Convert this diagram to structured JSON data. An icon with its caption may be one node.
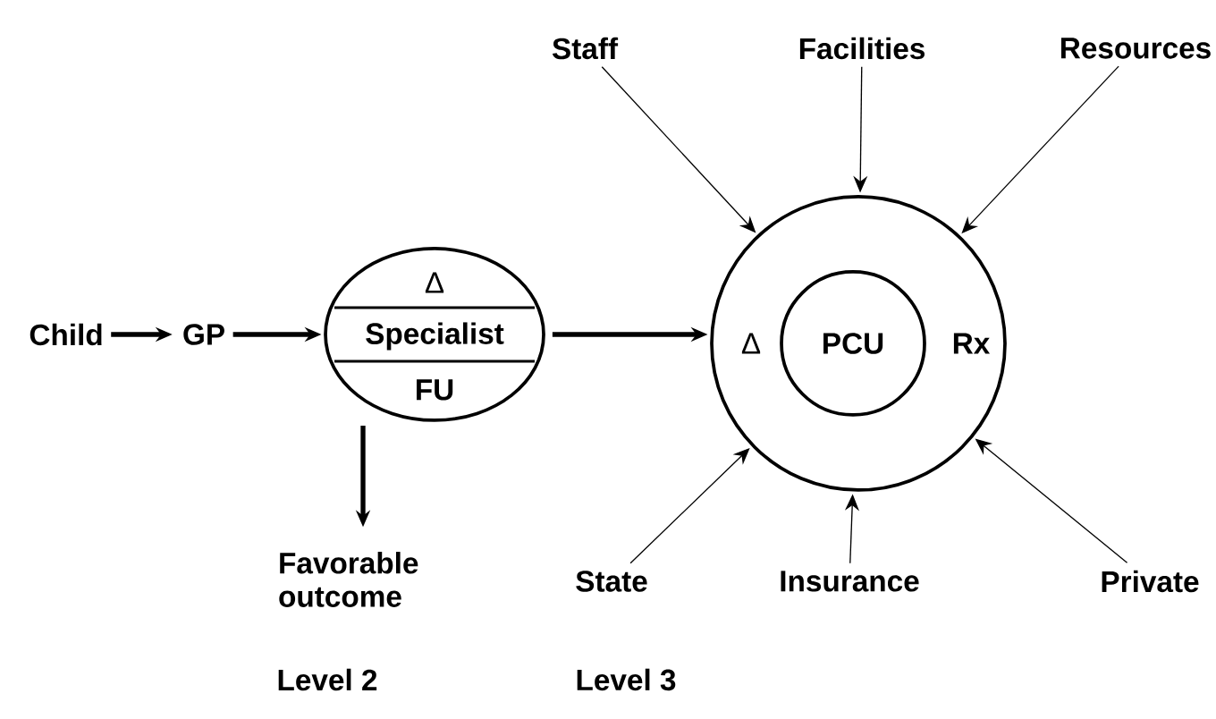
{
  "diagram": {
    "nodes": [
      {
        "text": [
          "Child"
        ]
      },
      {
        "text": [
          "GP"
        ]
      },
      {
        "text": [
          "Δ",
          "Specialist",
          "FU"
        ]
      },
      {
        "text": [
          "Favorable outcome"
        ]
      },
      {
        "text": [
          "Δ",
          "Rx"
        ]
      },
      {
        "text": [
          "PCU"
        ],
        "in": 4
      },
      {
        "text": [
          "Staff"
        ]
      },
      {
        "text": [
          "Facilities"
        ]
      },
      {
        "text": [
          "Resources"
        ]
      },
      {
        "text": [
          "State"
        ]
      },
      {
        "text": [
          "Insurance"
        ]
      },
      {
        "text": [
          "Private"
        ]
      }
    ],
    "edges": [
      {
        "from": 0,
        "to": 1,
        "arrow": "to",
        "style": "thick"
      },
      {
        "from": 1,
        "to": 2,
        "arrow": "to",
        "style": "thick"
      },
      {
        "from": 2,
        "to": 3,
        "arrow": "to",
        "style": "thick"
      },
      {
        "from": 2,
        "to": 4,
        "arrow": "to",
        "style": "thick"
      },
      {
        "from": 6,
        "to": 4,
        "arrow": "to"
      },
      {
        "from": 7,
        "to": 4,
        "arrow": "to"
      },
      {
        "from": 8,
        "to": 4,
        "arrow": "to"
      },
      {
        "from": 9,
        "to": 4,
        "arrow": "to"
      },
      {
        "from": 10,
        "to": 4,
        "arrow": "to"
      },
      {
        "from": 11,
        "to": 4,
        "arrow": "to"
      }
    ],
    "labels": [
      "Level 2",
      "Level 3"
    ]
  }
}
